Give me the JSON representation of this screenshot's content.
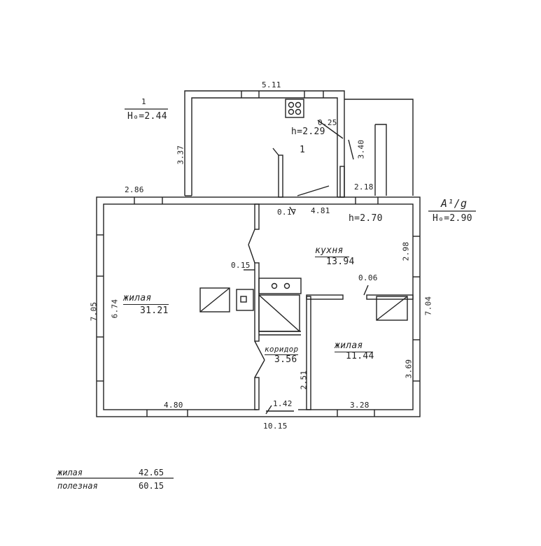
{
  "annex": {
    "room_number": "1",
    "annex_ceiling_note_number": "1",
    "annex_ceiling_note_height": "H₀=2.44",
    "height": "h=2.29",
    "dim_top": "5.11",
    "dim_left": "3.37",
    "dim_right": "3.40",
    "dim_diag": "0.25"
  },
  "house": {
    "code_top": "А¹/g",
    "code_bottom": "H₀=2.90",
    "height": "h=2.70",
    "dim_top_left": "2.86",
    "dim_top_mid": "4.81",
    "dim_top_small": "0.17",
    "dim_top_right": "2.18",
    "dim_left_outer": "7.05",
    "dim_left_inner": "6.74",
    "dim_right_outer": "7.04",
    "dim_right_upper": "2.98",
    "dim_right_lower": "3.69",
    "dim_bottom_left": "4.80",
    "dim_bottom_mid": "1.42",
    "dim_bottom_right": "3.28",
    "dim_bottom_total": "10.15",
    "dim_corridor_v": "2.51",
    "dim_wall_015": "0.15",
    "dim_wall_006": "0.06"
  },
  "rooms": {
    "living_large": {
      "name": "жилая",
      "area": "31.21"
    },
    "kitchen": {
      "name": "кухня",
      "area": "13.94"
    },
    "corridor": {
      "name": "коридор",
      "area": "3.56"
    },
    "living_small": {
      "name": "жилая",
      "area": "11.44"
    }
  },
  "summary": {
    "living_label": "жилая",
    "living_value": "42.65",
    "useful_label": "полезная",
    "useful_value": "60.15"
  }
}
